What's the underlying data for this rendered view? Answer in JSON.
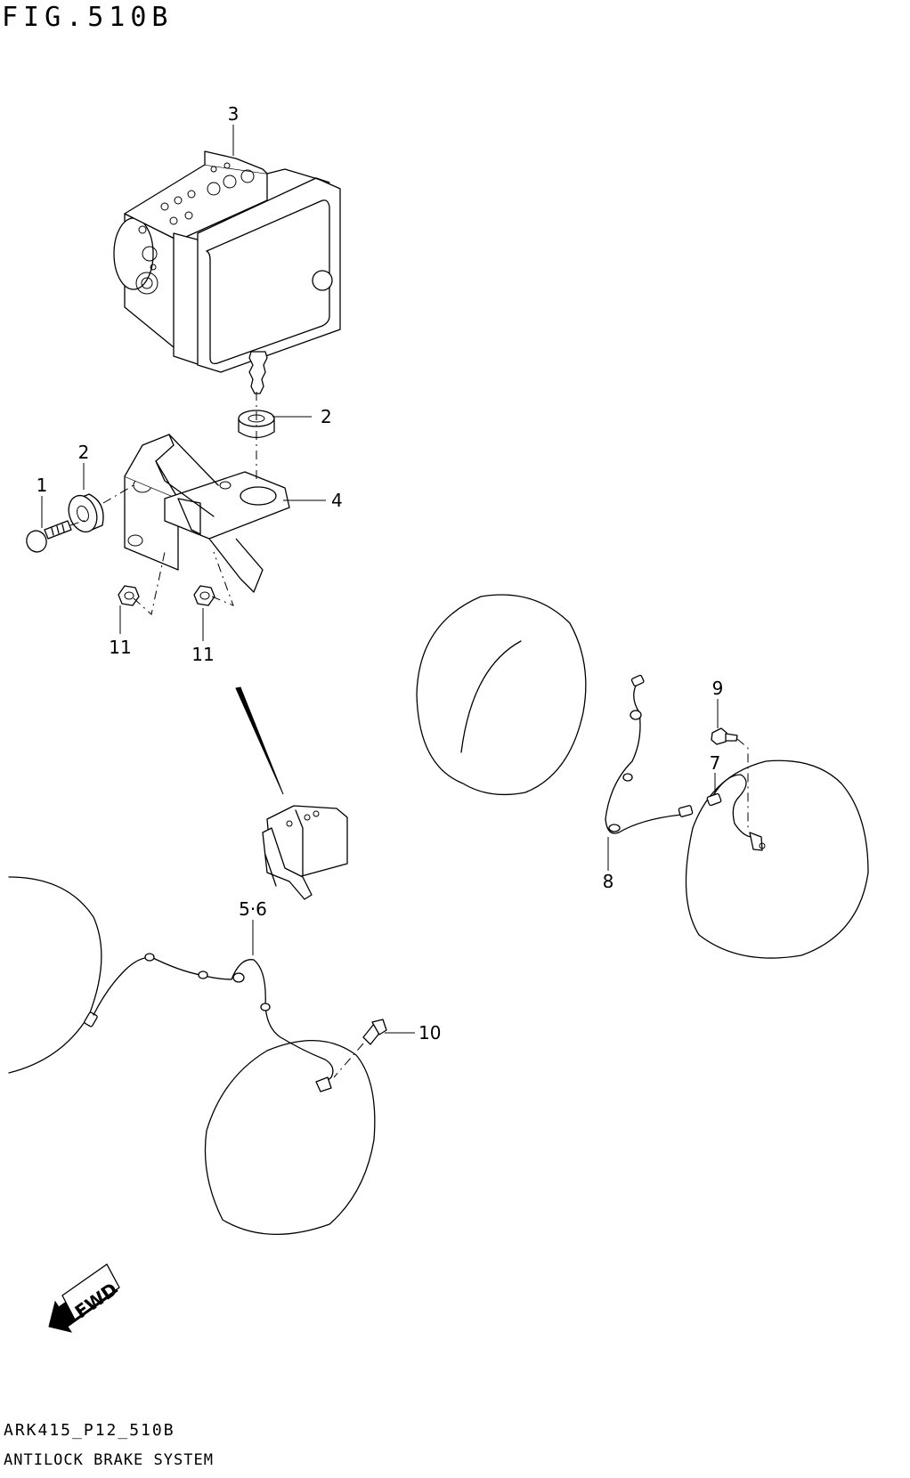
{
  "figure": {
    "title": "FIG.510B",
    "code": "ARK415_P12_510B",
    "system_name": "ANTILOCK BRAKE SYSTEM"
  },
  "callouts": {
    "c1": "1",
    "c2a": "2",
    "c2b": "2",
    "c3": "3",
    "c4": "4",
    "c56": "5·6",
    "c7": "7",
    "c8": "8",
    "c9": "9",
    "c10": "10",
    "c11a": "11",
    "c11b": "11"
  },
  "fwd_label": "FWD"
}
